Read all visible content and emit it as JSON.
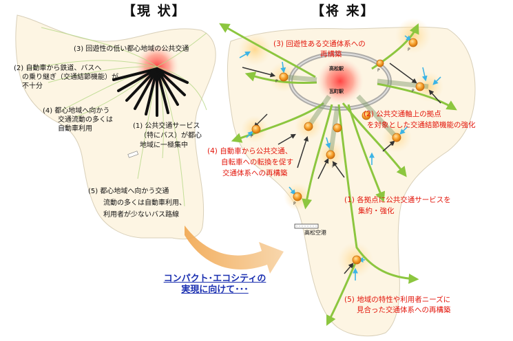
{
  "headers": {
    "current": "【現 状】",
    "future": "【将 来】"
  },
  "current": {
    "item3": "(3)  回遊性の低い都心地域の公共交通",
    "item2_line1": "(2)  自動車から鉄道、バスへ",
    "item2_line2": "の乗り継ぎ（交通結節機能）が",
    "item2_line3": "不十分",
    "item4_line1": "(4)  都心地域へ向かう",
    "item4_line2": "交通流動の多くは",
    "item4_line3": "自動車利用",
    "item1_line1": "(1)  公共交通サービス",
    "item1_line2": "（特にバス）が都心",
    "item1_line3": "地域に一極集中",
    "item5_line1": "(5)  都心地域へ向かう交通",
    "item5_line2": "流動の多くは自動車利用、",
    "item5_line3": "利用者が少ないバス路線"
  },
  "future": {
    "item3_line1": "(3)  回遊性ある交通体系への",
    "item3_line2": "再構築",
    "item2_line1": "(2)  公共交通軸上の拠点",
    "item2_line2": "を対象とした交通結節機能の強化",
    "item4_line1": "(4)  自動車から公共交通、",
    "item4_line2": "自転車への転換を促す",
    "item4_line3": "交通体系への再構築",
    "item1_line1": "(1)  各拠点に公共交通サービスを",
    "item1_line2": "集約・強化",
    "item5_line1": "(5)  地域の特性や利用者ニーズに",
    "item5_line2": "見合った交通体系への再構築"
  },
  "stations": {
    "takamatsu": "高松駅",
    "kawaramachi": "瓦町駅"
  },
  "airport": "高松空港",
  "link": {
    "line1": "コンパクト･エコシティの",
    "line2": "実現に向けて･･･"
  }
}
